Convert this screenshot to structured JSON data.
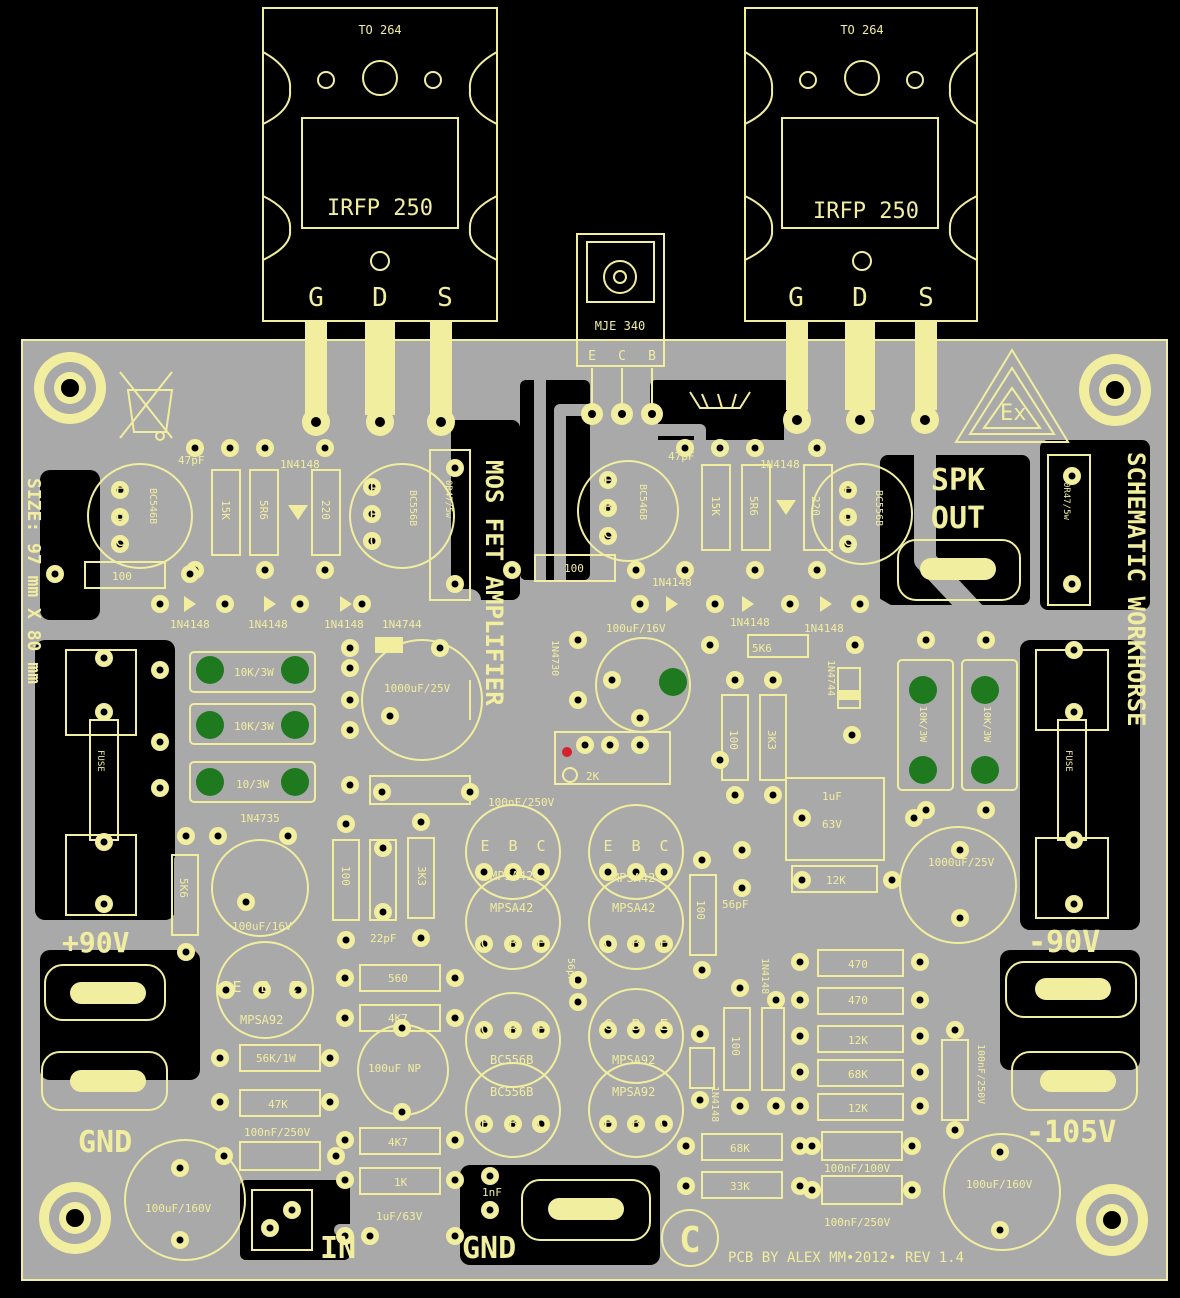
{
  "mosfets": [
    {
      "package": "TO 264",
      "part": "IRFP 250",
      "pins": [
        "G",
        "D",
        "S"
      ]
    },
    {
      "package": "TO 264",
      "part": "IRFP 250",
      "pins": [
        "G",
        "D",
        "S"
      ]
    }
  ],
  "driver": {
    "part": "MJE 340",
    "pins": [
      "E",
      "C",
      "B"
    ]
  },
  "titles": {
    "board": "MOS FET AMPLIFIER",
    "brand": "SCHEMATIC WORKHORSE",
    "size": "SIZE: 97 mm X 80 mm",
    "speaker_line1": "SPK",
    "speaker_line2": "OUT",
    "credit": "PCB BY  ALEX MM•2012• REV 1.4",
    "copyright": "C"
  },
  "rails": {
    "pos": "+90V",
    "neg": "-90V",
    "neg2": "-105V",
    "gnd_left": "GND",
    "gnd_bottom": "GND",
    "input": "IN"
  },
  "components": {
    "c47pf": "47pF",
    "d1n4148": "1N4148",
    "d1n4744": "1N4744",
    "d1n4730": "1N4730",
    "d1n4735": "1N4735",
    "bc546b": "BC546B",
    "bc556b": "BC556B",
    "mpsa42": "MPSA42",
    "mpsa92": "MPSA92",
    "r15k": "15K",
    "r5r6": "5R6",
    "r220": "220",
    "r100": "100",
    "r10k3w": "10K/3W",
    "r10_3w": "10/3W",
    "c1000uf25v": "1000uF/25V",
    "c100uf16v": "100uF/16V",
    "c100nf250v": "100nF/250V",
    "c100nf100v": "100nF/100V",
    "c100uf160v": "100uF/160V",
    "c1uf63v": "1uF/63V",
    "c1uf": "1uF",
    "c63v": "63V",
    "c22pf": "22pF",
    "c56pf": "56pF",
    "c1nf": "1nF",
    "c100ufnp": "100uF NP",
    "r5k6": "5K6",
    "r3k3": "3K3",
    "r12k": "12K",
    "r470": "470",
    "r68k": "68K",
    "r33k": "33K",
    "r560": "560",
    "r4k7": "4K7",
    "r1k": "1K",
    "r47k": "47K",
    "r56k1w": "56K/1W",
    "trim2k": "2K",
    "r0r47": "0R47/5w",
    "fuse": "FUSE",
    "ebc": [
      "E",
      "B",
      "C"
    ],
    "cbe": [
      "C",
      "B",
      "E"
    ]
  },
  "colors": {
    "board": "#a9a9a9",
    "silk": "#f2eea0",
    "pad_green": "#1f7a1f",
    "marker_red": "#d8202a",
    "background": "#000000"
  }
}
